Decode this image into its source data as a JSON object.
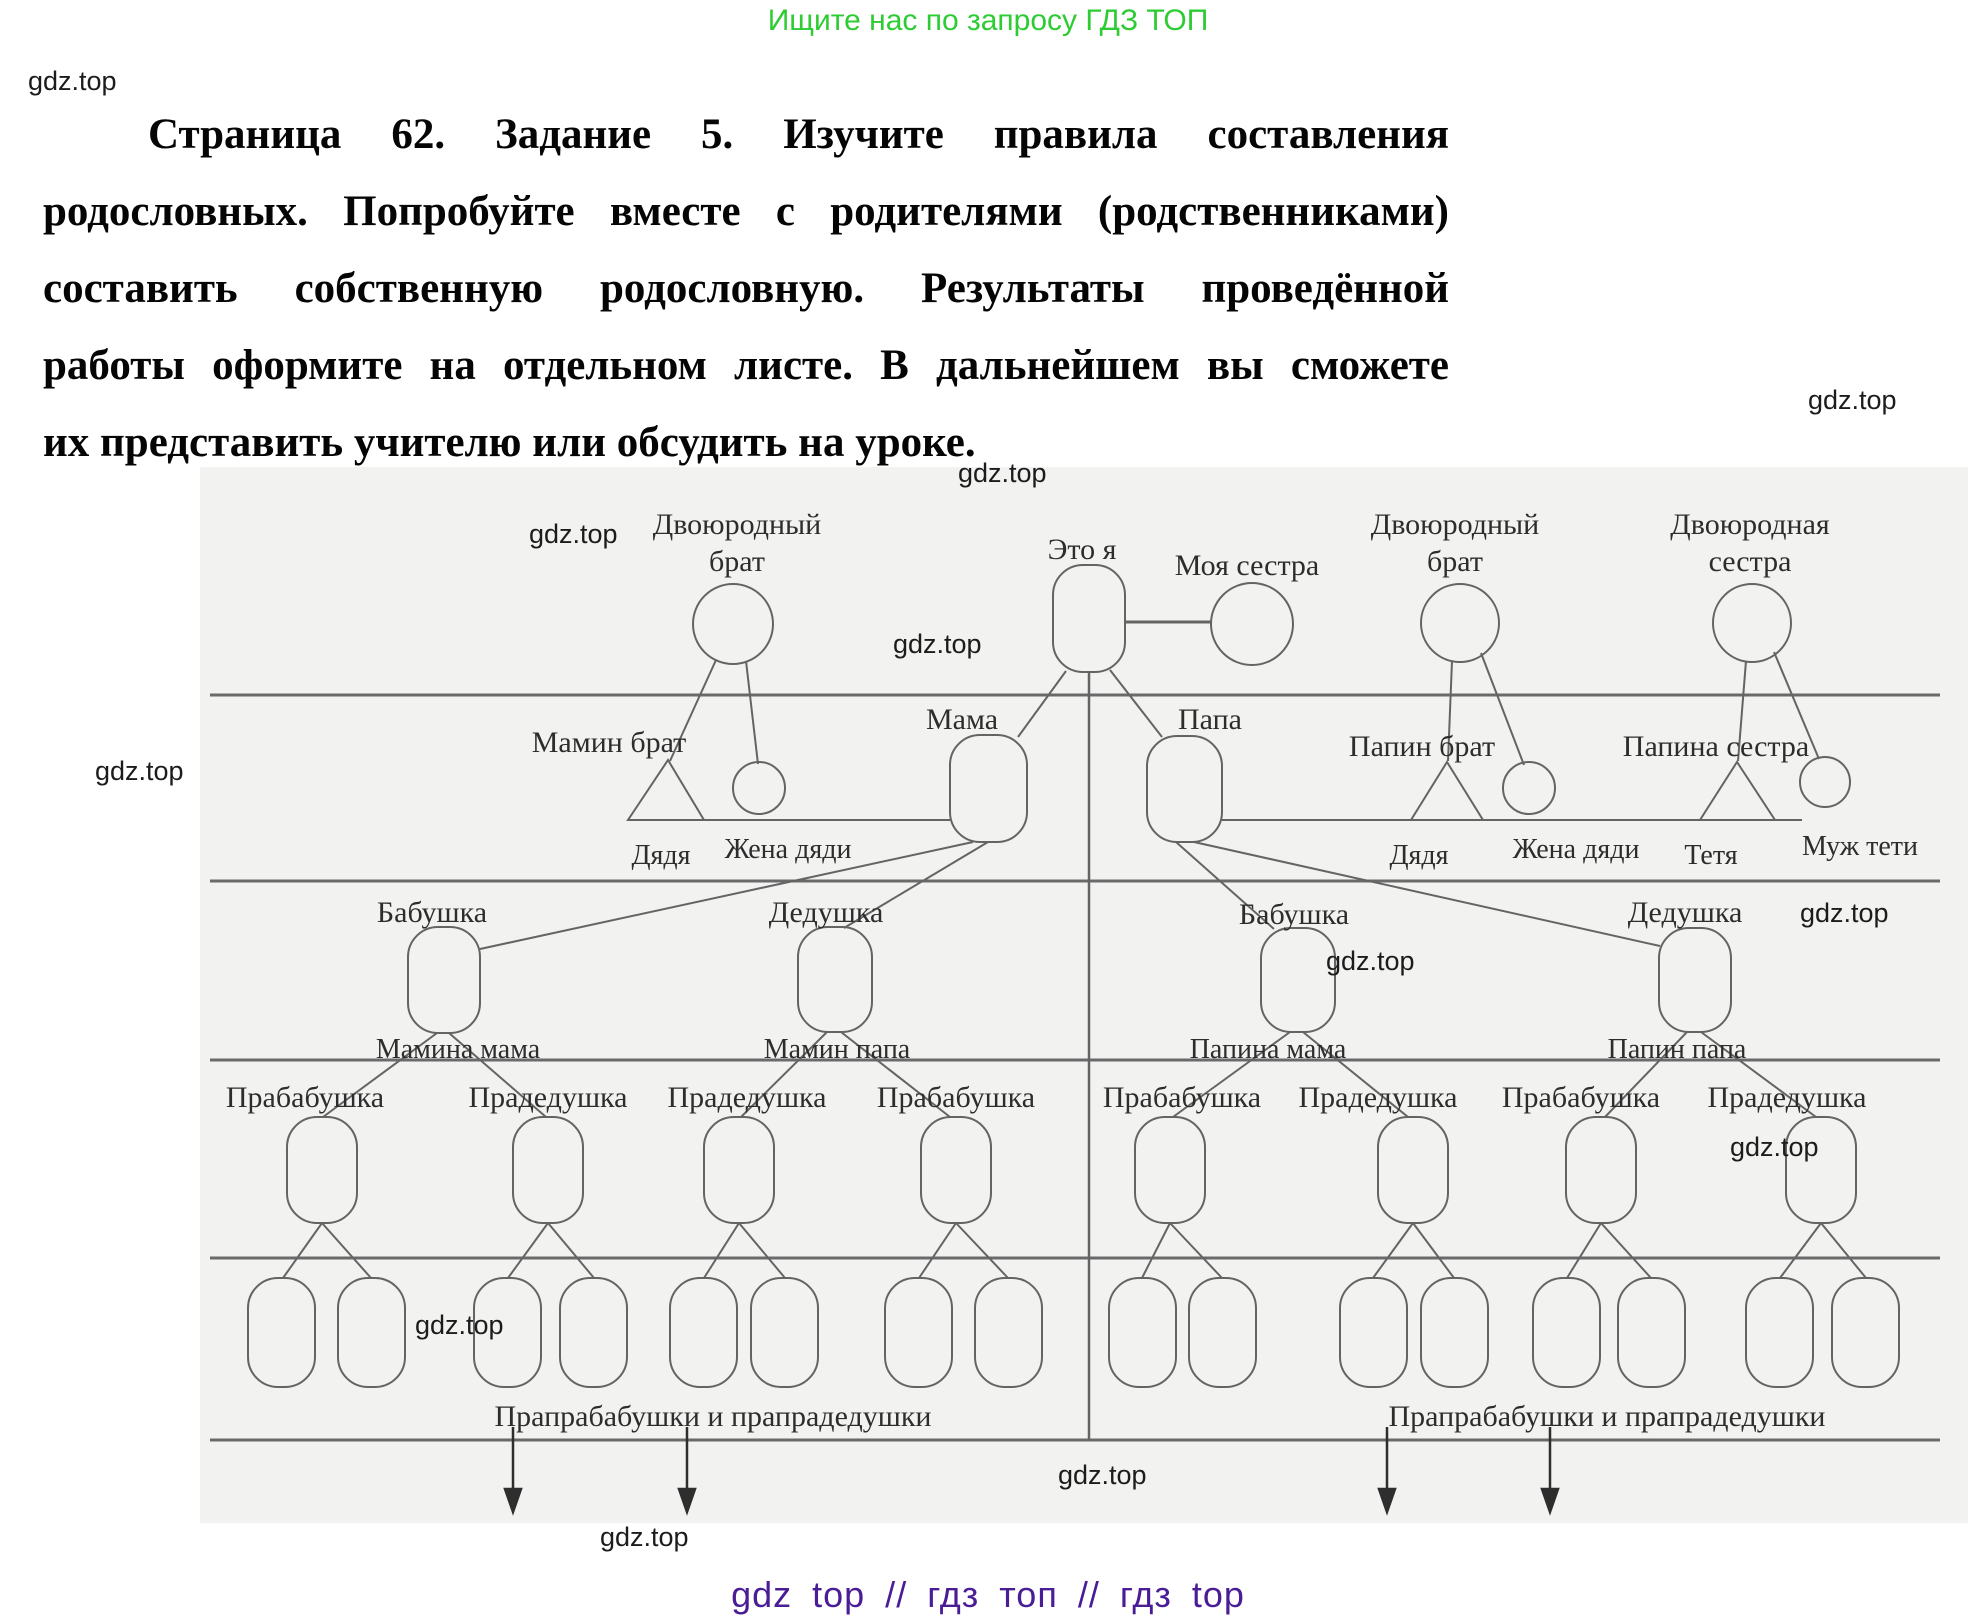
{
  "page": {
    "promo": "Ищите нас по запросу ГДЗ ТОП",
    "watermark": "gdz.top",
    "footer": "gdz top  //  гдз топ  //  гдз top"
  },
  "colors": {
    "promo_green": "#2ecc33",
    "footer_purple": "#4a1d96",
    "diagram_bg": "#f2f2f1",
    "line_stroke": "#646464"
  },
  "task": {
    "lines": [
      "Страница 62. Задание 5. Изучите правила составления",
      "родословных. Попробуйте вместе с родителями (родственниками)",
      "составить собственную родословную. Результаты проведённой",
      "работы оформите на отдельном листе. В дальнейшем вы сможете",
      "их представить учителю или обсудить на уроке."
    ]
  },
  "diagram": {
    "labels": {
      "cousin_brother_left": "Двоюродный брат",
      "me": "Это я",
      "my_sister": "Моя сестра",
      "cousin_brother_right": "Двоюродный брат",
      "cousin_sister_right": "Двоюродная сестра",
      "moms_brother": "Мамин брат",
      "mom": "Мама",
      "dad": "Папа",
      "dads_brother": "Папин брат",
      "dads_sister": "Папина сестра",
      "uncle_left": "Дядя",
      "uncle_wife_left": "Жена дяди",
      "uncle_right": "Дядя",
      "uncle_wife_right": "Жена дяди",
      "aunt": "Тетя",
      "aunt_husband": "Муж тети",
      "grandma_maternal": "Бабушка",
      "grandpa_maternal": "Дедушка",
      "grandma_paternal": "Бабушка",
      "grandpa_paternal": "Дедушка",
      "moms_mom": "Мамина мама",
      "moms_dad": "Мамин папа",
      "dads_mom": "Папина мама",
      "dads_dad": "Папин папа",
      "ggm1": "Прабабушка",
      "ggf1": "Прадедушка",
      "ggf2": "Прадедушка",
      "ggm2": "Прабабушка",
      "ggm3": "Прабабушка",
      "ggf3": "Прадедушка",
      "ggm4": "Прабабушка",
      "ggf4": "Прадедушка",
      "ggg_left": "Прапрабабушки и прапрадедушки",
      "ggg_right": "Прапрабабушки и прапрадедушки"
    }
  }
}
